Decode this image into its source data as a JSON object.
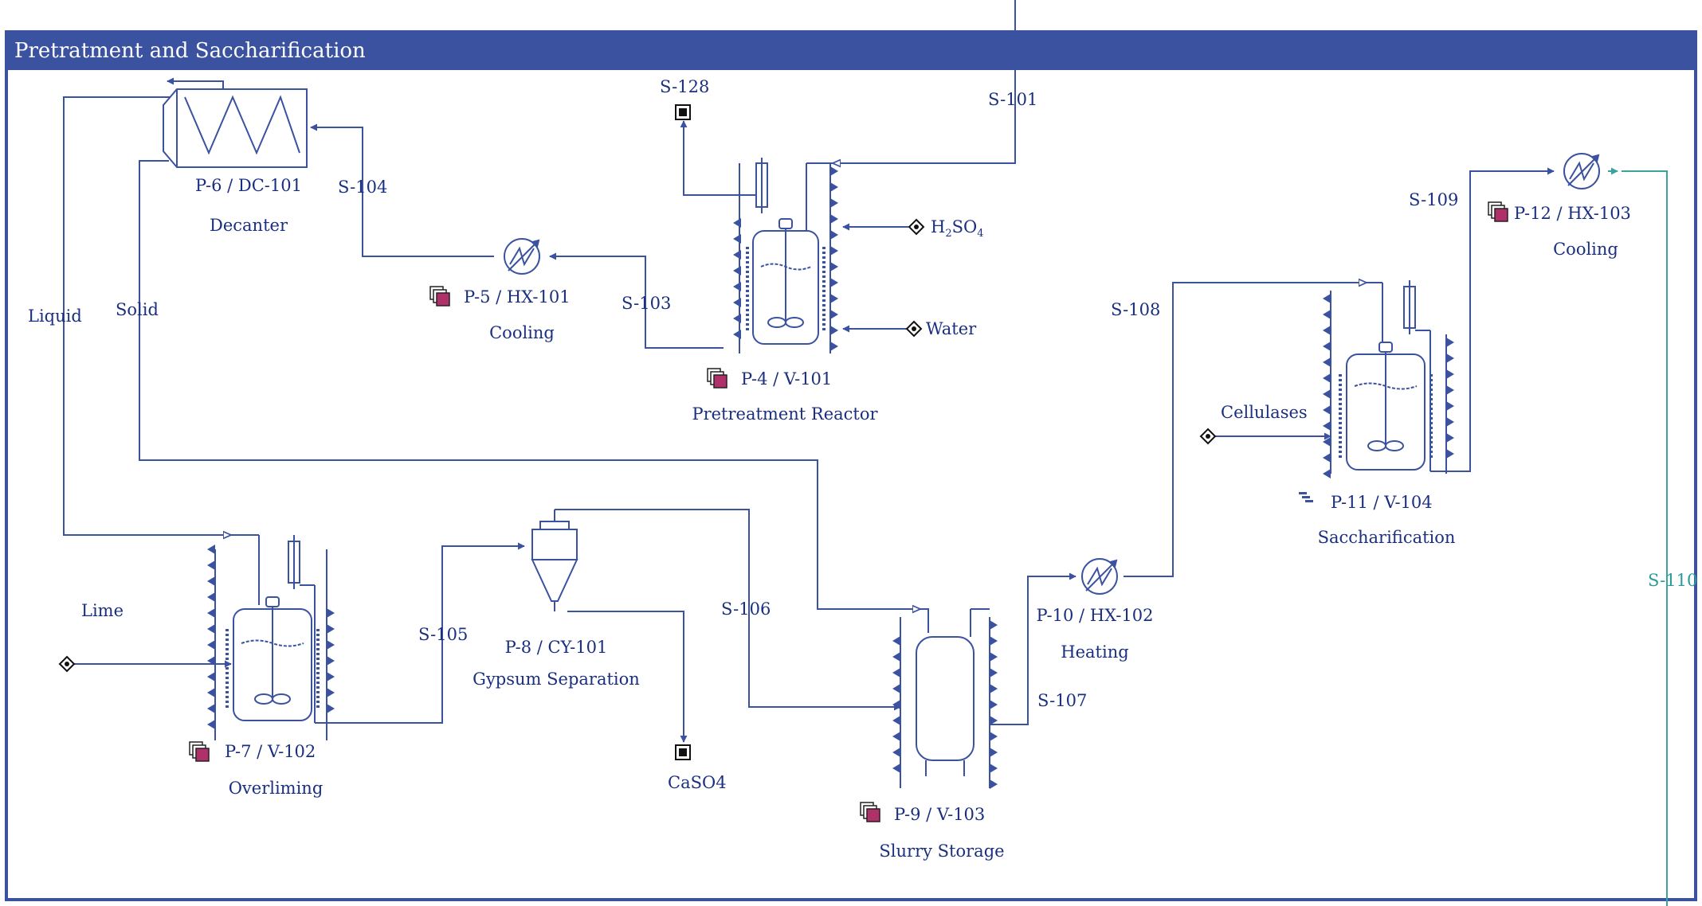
{
  "section": {
    "title": "Pretratment and Saccharification"
  },
  "units": [
    {
      "id": "P-6 / DC-101",
      "desc": "Decanter"
    },
    {
      "id": "P-5 / HX-101",
      "desc": "Cooling"
    },
    {
      "id": "P-4 / V-101",
      "desc": "Pretreatment Reactor"
    },
    {
      "id": "P-7 / V-102",
      "desc": "Overliming"
    },
    {
      "id": "P-8 / CY-101",
      "desc": "Gypsum Separation"
    },
    {
      "id": "P-9 / V-103",
      "desc": "Slurry Storage"
    },
    {
      "id": "P-10 / HX-102",
      "desc": "Heating"
    },
    {
      "id": "P-11 / V-104",
      "desc": "Saccharification"
    },
    {
      "id": "P-12 / HX-103",
      "desc": "Cooling"
    }
  ],
  "streams": {
    "s101": "S-101",
    "s103": "S-103",
    "s104": "S-104",
    "s105": "S-105",
    "s106": "S-106",
    "s107": "S-107",
    "s108": "S-108",
    "s109": "S-109",
    "s110": "S-110",
    "s128": "S-128",
    "liquid": "Liquid",
    "solid": "Solid",
    "lime": "Lime",
    "caso4": "CaSO4",
    "cellulases": "Cellulases",
    "water": "Water",
    "h2so4": {
      "base": "H",
      "sub1": "2",
      "mid": "SO",
      "sub2": "4"
    }
  },
  "colors": {
    "line": "#3a52a0",
    "teal": "#3aa39e",
    "header": "#3a52a0",
    "procedure_icon": "#b0306a"
  },
  "icons": [
    "procedure-icon",
    "stream-source-icon",
    "stream-sink-icon",
    "batch-schedule-icon"
  ]
}
